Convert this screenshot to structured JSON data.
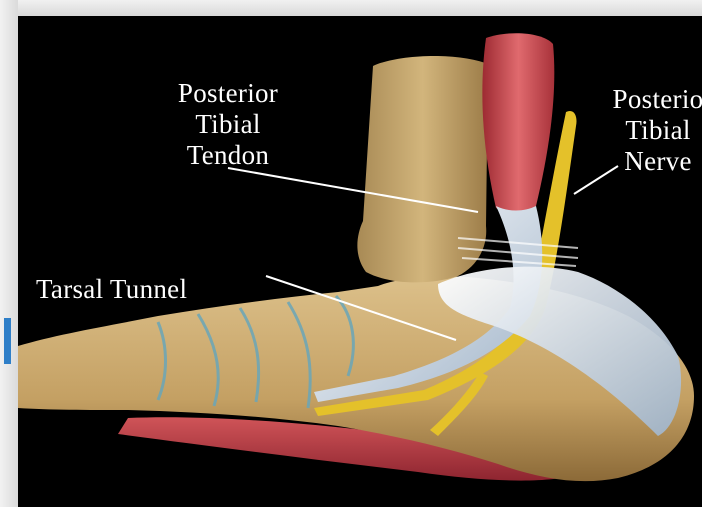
{
  "labels": {
    "posterior_tibial_tendon": [
      "Posterior",
      "Tibial",
      "Tendon"
    ],
    "posterior_tibial_nerve": [
      "Posterio",
      "Tibial",
      "Nerve"
    ],
    "tarsal_tunnel": "Tarsal Tunnel"
  },
  "colors": {
    "background": "#000000",
    "bone": "#c9a76a",
    "muscle": "#c7434a",
    "nerve": "#e7c22a",
    "tendon": "#dfe6ee",
    "accent": "#2f7fc8"
  }
}
